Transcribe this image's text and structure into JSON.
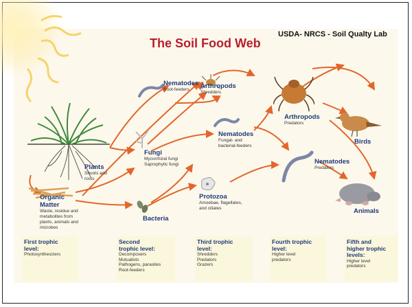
{
  "title": "The Soil Food Web",
  "source": "USDA- NRCS - Soil Qualty Lab",
  "nodes": {
    "nematodes_root": {
      "name": "Nematodes",
      "sub": [
        "Root-feeders"
      ]
    },
    "arthropods_shredders": {
      "name": "Arthropods",
      "sub": [
        "Shredders"
      ]
    },
    "arthropods_predators": {
      "name": "Arthropods",
      "sub": [
        "Predators"
      ]
    },
    "birds": {
      "name": "Birds",
      "sub": []
    },
    "plants": {
      "name": "Plants",
      "sub": [
        "Shoots and",
        "roots"
      ]
    },
    "fungi": {
      "name": "Fungi",
      "sub": [
        "Mycorrhizal fungi",
        "Saprophytic fungi"
      ]
    },
    "nematodes_fungal": {
      "name": "Nematodes",
      "sub": [
        "Fungal- and",
        "bacterial-feeders"
      ]
    },
    "nematodes_predators": {
      "name": "Nematodes",
      "sub": [
        "Predators"
      ]
    },
    "organic_matter": {
      "name": "Organic Matter",
      "sub": [
        "Waste, residue and",
        "metabolites from",
        "plants, animals and",
        "microbes"
      ]
    },
    "protozoa": {
      "name": "Protozoa",
      "sub": [
        "Amoebae, flagellates,",
        "and ciliates"
      ]
    },
    "bacteria": {
      "name": "Bacteria",
      "sub": []
    },
    "animals": {
      "name": "Animals",
      "sub": []
    }
  },
  "levels": [
    {
      "title": [
        "First trophic",
        "level:"
      ],
      "sub": [
        "Photosynthesizers"
      ]
    },
    {
      "title": [
        "Second",
        "trophic level:"
      ],
      "sub": [
        "Decomposers",
        "Mutualists",
        "Pathogens, parasites",
        "Root-feeders"
      ]
    },
    {
      "title": [
        "Third trophic",
        "level:"
      ],
      "sub": [
        "Shredders",
        "Predators",
        "Grazers"
      ]
    },
    {
      "title": [
        "Fourth trophic",
        "level:"
      ],
      "sub": [
        "Higher level",
        "predators"
      ]
    },
    {
      "title": [
        "Fifth and",
        "higher trophic",
        "levels:"
      ],
      "sub": [
        "Higher level",
        "predators"
      ]
    }
  ],
  "colors": {
    "title": "#b51f2e",
    "label": "#1f3a7a",
    "arrow": "#e2662b",
    "panel": "#fbf7dc",
    "poster": "#fdf8ec"
  },
  "icons": [
    "sun-icon",
    "grass-icon",
    "nematode-icon",
    "arthropod-icon",
    "mite-icon",
    "bird-icon",
    "fungi-icon",
    "protozoa-icon",
    "bacteria-icon",
    "mole-icon",
    "organic-matter-icon"
  ]
}
